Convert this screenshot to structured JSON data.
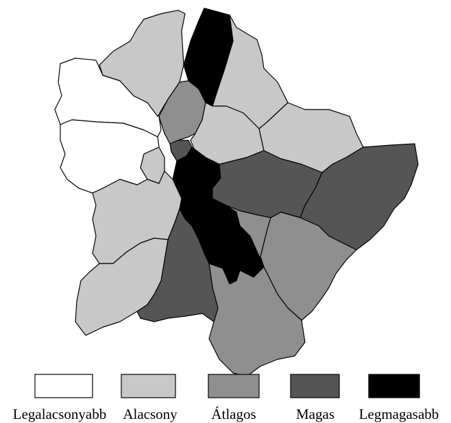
{
  "legend": {
    "items": [
      {
        "label": "Legalacsonyabb",
        "level": 0,
        "color": "#ffffff"
      },
      {
        "label": "Alacsony",
        "level": 1,
        "color": "#c8c8c8"
      },
      {
        "label": "Átlagos",
        "level": 2,
        "color": "#8f8f8f"
      },
      {
        "label": "Magas",
        "level": 3,
        "color": "#555555"
      },
      {
        "label": "Legmagasabb",
        "level": 4,
        "color": "#000000"
      }
    ]
  },
  "map": {
    "districts": [
      {
        "id": "north-west",
        "level": 1
      },
      {
        "id": "north-center",
        "level": 4
      },
      {
        "id": "north-east",
        "level": 1
      },
      {
        "id": "buda-north-white",
        "level": 0
      },
      {
        "id": "buda-center-white",
        "level": 0
      },
      {
        "id": "buda-strip-grey",
        "level": 2
      },
      {
        "id": "buda-small-grey",
        "level": 1
      },
      {
        "id": "pest-upper-light",
        "level": 1
      },
      {
        "id": "pest-east-light",
        "level": 1
      },
      {
        "id": "pest-inner-dark",
        "level": 3
      },
      {
        "id": "pest-far-east",
        "level": 3
      },
      {
        "id": "center-black",
        "level": 4
      },
      {
        "id": "buda-south-light",
        "level": 1
      },
      {
        "id": "buda-southwest-light",
        "level": 1
      },
      {
        "id": "south-dark",
        "level": 3
      },
      {
        "id": "south-mid",
        "level": 2
      },
      {
        "id": "east-mid",
        "level": 2
      },
      {
        "id": "pest-small-mid",
        "level": 2
      },
      {
        "id": "north-small-dark",
        "level": 3
      }
    ]
  }
}
